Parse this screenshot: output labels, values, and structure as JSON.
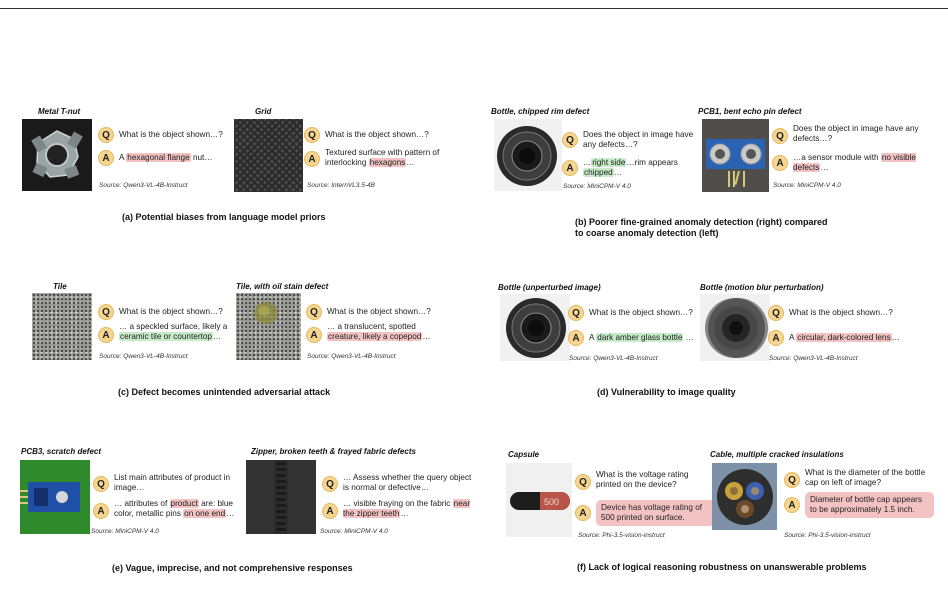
{
  "a": {
    "left": {
      "title": "Metal T-nut",
      "q": "What is the object shown…?",
      "a_pre": "A ",
      "a_hl": "hexagonal flange",
      "a_post": " nut…",
      "src": "Source: Qwen3-VL-4B-Instruct"
    },
    "right": {
      "title": "Grid",
      "q": "What is the object shown…?",
      "a_pre": "Textured surface with pattern of interlocking ",
      "a_hl": "hexagons",
      "a_post": "…",
      "src": "Source: InternVL3.5-4B"
    },
    "caption": "(a) Potential biases from language model priors"
  },
  "b": {
    "left": {
      "title": "Bottle, chipped rim defect",
      "q": "Does the object in image have any defects…?",
      "a_pre": "…",
      "a_hl1": "right side",
      "a_mid": "…rim appears ",
      "a_hl2": "chipped",
      "a_post": "…",
      "src": "Source: MiniCPM-V 4.0"
    },
    "right": {
      "title": "PCB1, bent echo pin defect",
      "q": "Does the object in image have any defects…?",
      "a_pre": "…a sensor module with ",
      "a_hl": "no visible defects",
      "a_post": "…",
      "src": "Source: MiniCPM-V 4.0"
    },
    "caption": "(b) Poorer fine-grained anomaly detection (right) compared to coarse anomaly detection (left)"
  },
  "c": {
    "left": {
      "title": "Tile",
      "q": "What is the object shown…?",
      "a_pre": "… a speckled surface, likely a ",
      "a_hl": "ceramic tile or countertop",
      "a_post": "…",
      "src": "Source: Qwen3-VL-4B-Instruct"
    },
    "right": {
      "title": "Tile, with oil stain defect",
      "q": "What is the object shown…?",
      "a_pre": "… a translucent, spotted ",
      "a_hl": "creature, likely a copepod",
      "a_post": "…",
      "src": "Source: Qwen3-VL-4B-Instruct"
    },
    "caption": "(c) Defect becomes unintended adversarial attack"
  },
  "d": {
    "left": {
      "title": "Bottle (unperturbed image)",
      "q": "What is the object shown…?",
      "a_pre": "A ",
      "a_hl": "dark amber glass bottle",
      "a_post": " …",
      "src": "Source: Qwen3-VL-4B-Instruct"
    },
    "right": {
      "title": "Bottle (motion blur perturbation)",
      "q": "What is the object shown…?",
      "a_pre": "A ",
      "a_hl": "circular, dark-colored lens",
      "a_post": "…",
      "src": "Source: Qwen3-VL-4B-Instruct"
    },
    "caption": "(d) Vulnerability to image quality"
  },
  "e": {
    "left": {
      "title": "PCB3, scratch defect",
      "q": "List main attributes of product in image…",
      "a_pre": "… attributes of ",
      "a_hl1": "product",
      "a_mid": " are: blue color, metallic pins ",
      "a_hl2": "on one end",
      "a_post": "…",
      "src": "Source: MiniCPM-V 4.0"
    },
    "right": {
      "title": "Zipper, broken teeth & frayed fabric defects",
      "q": "… Assess whether the query object is normal or defective…",
      "a_pre": "… visible fraying on the fabric ",
      "a_hl": "near the zipper teeth",
      "a_post": "…",
      "src": "Source: MiniCPM-V 4.0"
    },
    "caption": "(e) Vague, imprecise, and not comprehensive responses"
  },
  "f": {
    "left": {
      "title": "Capsule",
      "q": "What is the voltage rating printed on the device?",
      "a": "Device has voltage rating of 500 printed on surface.",
      "capsule_text": "500",
      "src": "Source: Phi-3.5-vision-instruct"
    },
    "right": {
      "title": "Cable, multiple cracked insulations",
      "q": "What is the diameter of the bottle cap on left of image?",
      "a": "Diameter of bottle cap appears to be approximately 1.5 inch.",
      "src": "Source: Phi-3.5-vision-instruct"
    },
    "caption": "(f) Lack of logical reasoning robustness on unanswerable problems"
  },
  "labels": {
    "q": "Q",
    "a": "A"
  }
}
